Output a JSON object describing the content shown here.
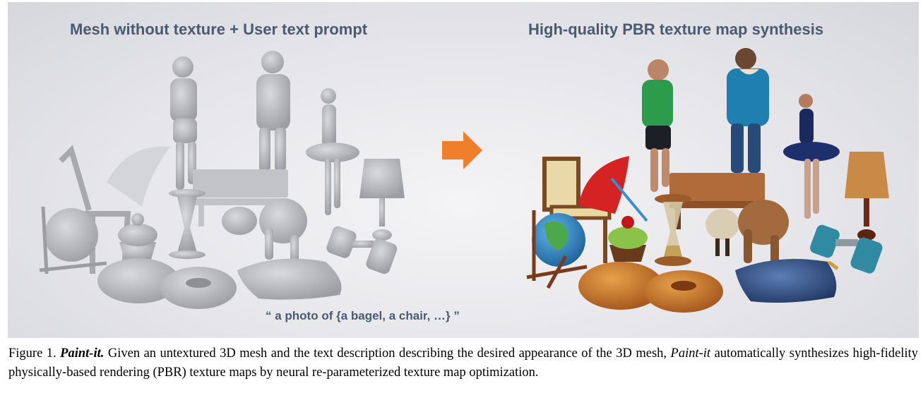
{
  "figure": {
    "left_title": "Mesh without texture + User text prompt",
    "right_title": "High-quality PBR texture map synthesis",
    "prompt": "“ a photo of {a bagel, a chair, …} ”"
  },
  "caption": {
    "prefix": "Figure 1.",
    "name": "Paint-it",
    "name_suffix": ".",
    "part1": "Given an untextured 3D mesh and the text description describing the desired appearance of the 3D mesh,",
    "name_italic": "Paint-it",
    "part2": "automatically synthesizes high-fidelity physically-based rendering (PBR) texture maps by neural re-parameterized texture map optimization."
  },
  "colors": {
    "title_text": "#4a5a73",
    "arrow": "#f07f2c",
    "mesh_gray": "#b9babd"
  }
}
